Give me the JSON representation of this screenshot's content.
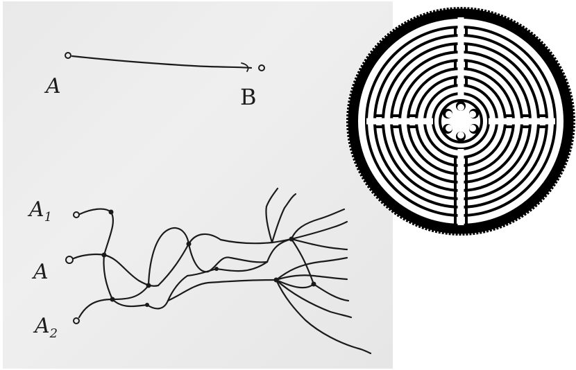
{
  "sketch": {
    "top_labels": {
      "start": "A",
      "end": "B"
    },
    "bottom_labels": {
      "a1": {
        "base": "A",
        "sub": "1"
      },
      "a": {
        "base": "A",
        "sub": ""
      },
      "a2": {
        "base": "A",
        "sub": "2"
      }
    }
  },
  "colors": {
    "ink": "#1a1a1a",
    "paper": "#ececec",
    "labyrinth": "#000000"
  }
}
